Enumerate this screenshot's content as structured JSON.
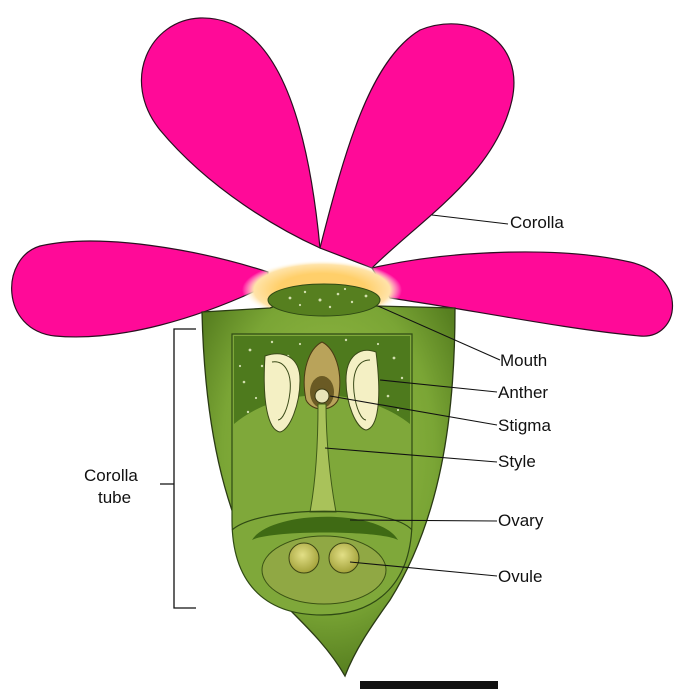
{
  "labels": {
    "corolla": "Corolla",
    "mouth": "Mouth",
    "anther": "Anther",
    "stigma": "Stigma",
    "style": "Style",
    "ovary": "Ovary",
    "ovule": "Ovule",
    "corolla_tube_line1": "Corolla",
    "corolla_tube_line2": "tube"
  },
  "colors": {
    "petal": "#ff0a98",
    "tube_green": "#7ea838",
    "tube_dark": "#4f7a1c",
    "mouth_glow": "#ffd37a",
    "anther": "#f6f2c8",
    "ovule": "#c8c45a",
    "outline": "#1a2a10"
  }
}
